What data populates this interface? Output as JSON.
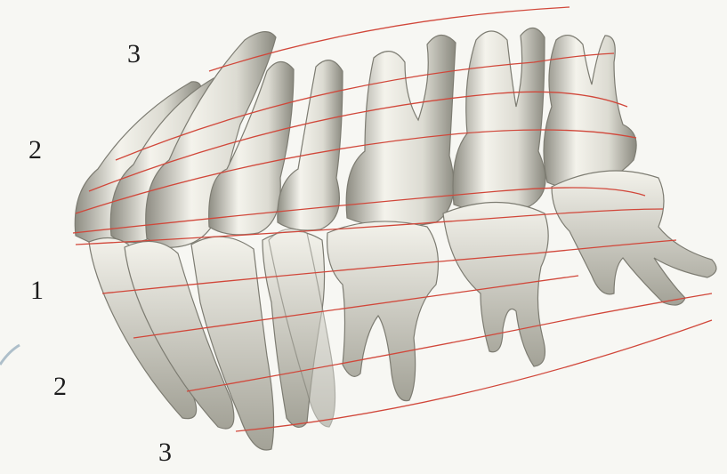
{
  "labels": {
    "upper_outer": "3",
    "upper_middle": "2",
    "center": "1",
    "lower_middle": "2",
    "lower_outer": "3"
  },
  "colors": {
    "background": "#f7f7f3",
    "tooth_fill": "#e9e8e0",
    "tooth_shade": "#9c9b90",
    "curve_line": "#d1473a",
    "corner_accent": "#aebfca"
  }
}
